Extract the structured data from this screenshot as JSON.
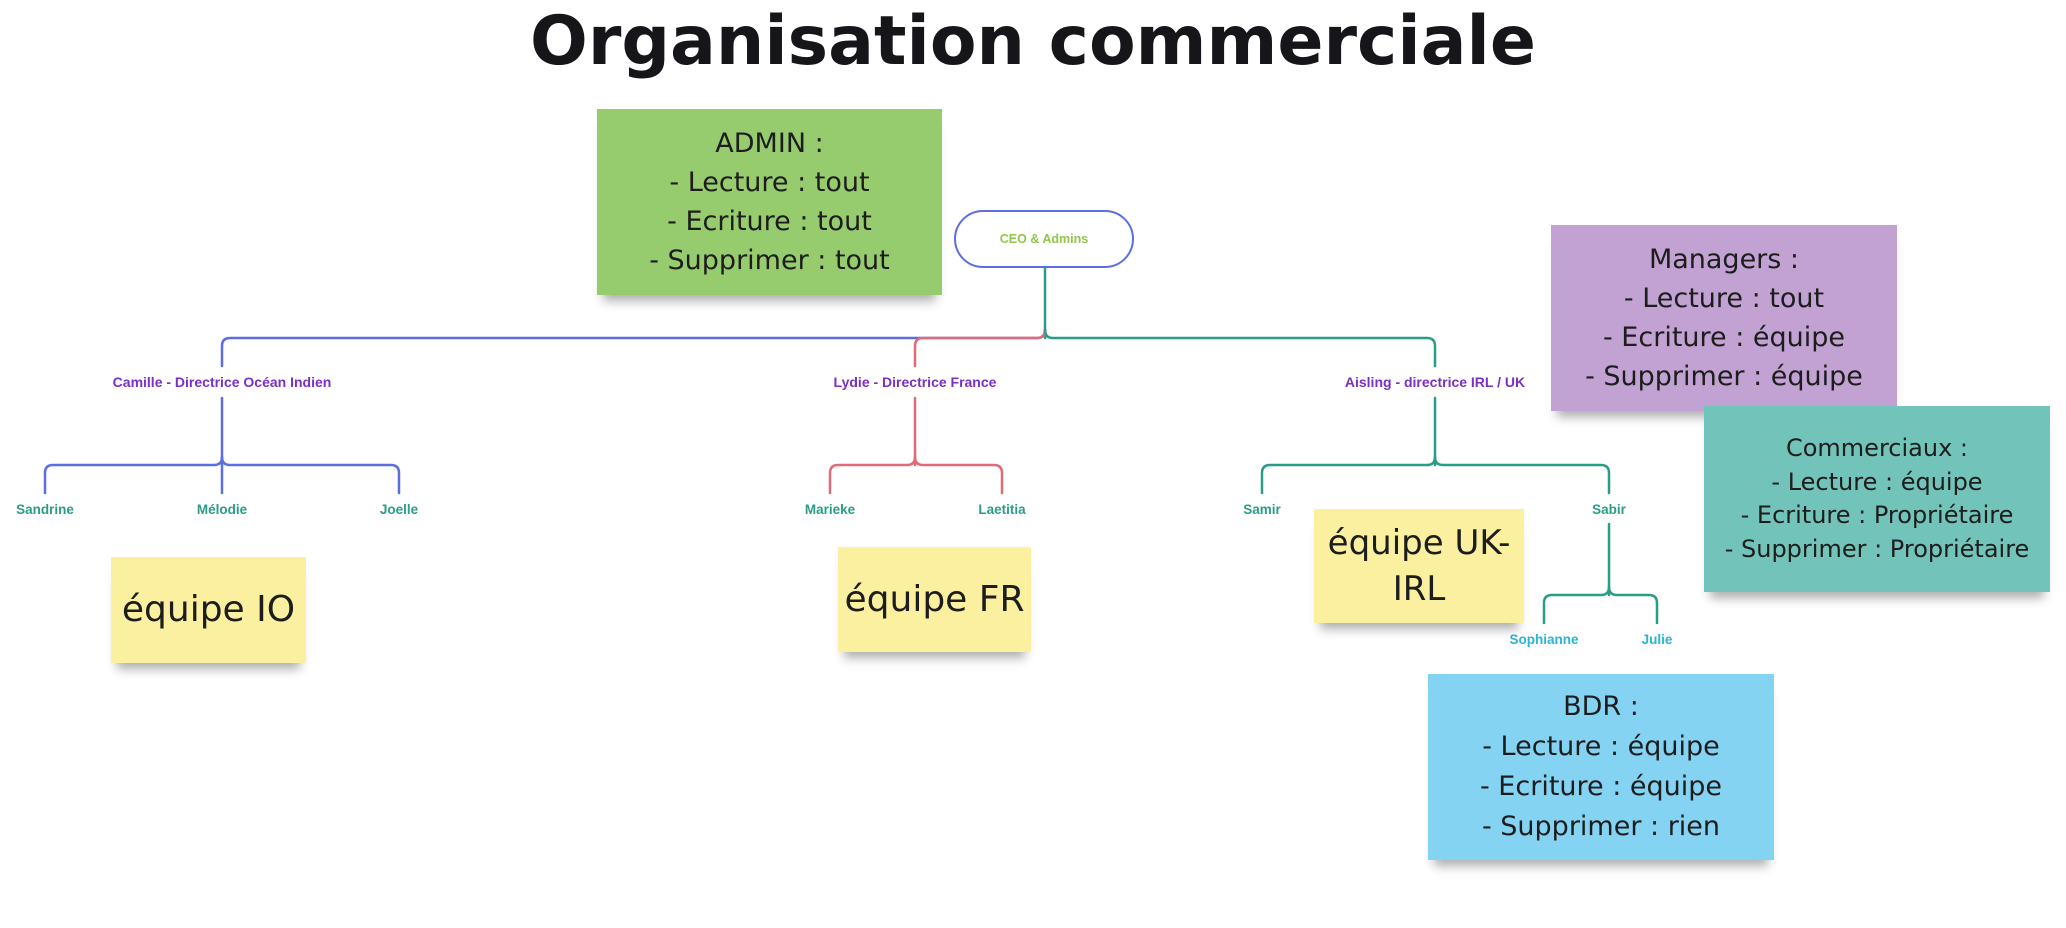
{
  "title": "Organisation commerciale",
  "colors": {
    "root_border": "#5b6fe0",
    "root_text": "#8fc74a",
    "branch_io": "#5b6fe0",
    "branch_fr": "#e06a78",
    "branch_uk": "#2a9d86",
    "level1_text": "#7a2fc7",
    "level2_text": "#2a9d86",
    "level3_text": "#2bb3d4",
    "note_green": "#97cc6e",
    "note_purple": "#c2a2d2",
    "note_teal": "#72c3ba",
    "note_blue": "#84d3f3",
    "note_yellow": "#fbf09f"
  },
  "tree": {
    "root": "CEO & Admins",
    "directors": [
      "Camille - Directrice Océan Indien",
      "Lydie - Directrice France",
      "Aisling - directrice IRL / UK"
    ],
    "io_team": [
      "Sandrine",
      "Mélodie",
      "Joelle"
    ],
    "fr_team": [
      "Marieke",
      "Laetitia"
    ],
    "uk_team": [
      "Samir",
      "Sabir"
    ],
    "sabir_team": [
      "Sophianne",
      "Julie"
    ]
  },
  "notes": {
    "admin": [
      "ADMIN :",
      "- Lecture : tout",
      "- Ecriture : tout",
      "- Supprimer : tout"
    ],
    "managers": [
      "Managers :",
      "- Lecture : tout",
      "- Ecriture : équipe",
      "- Supprimer : équipe"
    ],
    "commerciaux": [
      "Commerciaux :",
      "- Lecture : équipe",
      "- Ecriture : Propriétaire",
      "- Supprimer : Propriétaire"
    ],
    "bdr": [
      "BDR :",
      "- Lecture : équipe",
      "- Ecriture : équipe",
      "- Supprimer : rien"
    ],
    "equipe_io": [
      "équipe IO"
    ],
    "equipe_fr": [
      "équipe FR"
    ],
    "equipe_uk": [
      "équipe UK-",
      "IRL"
    ]
  }
}
